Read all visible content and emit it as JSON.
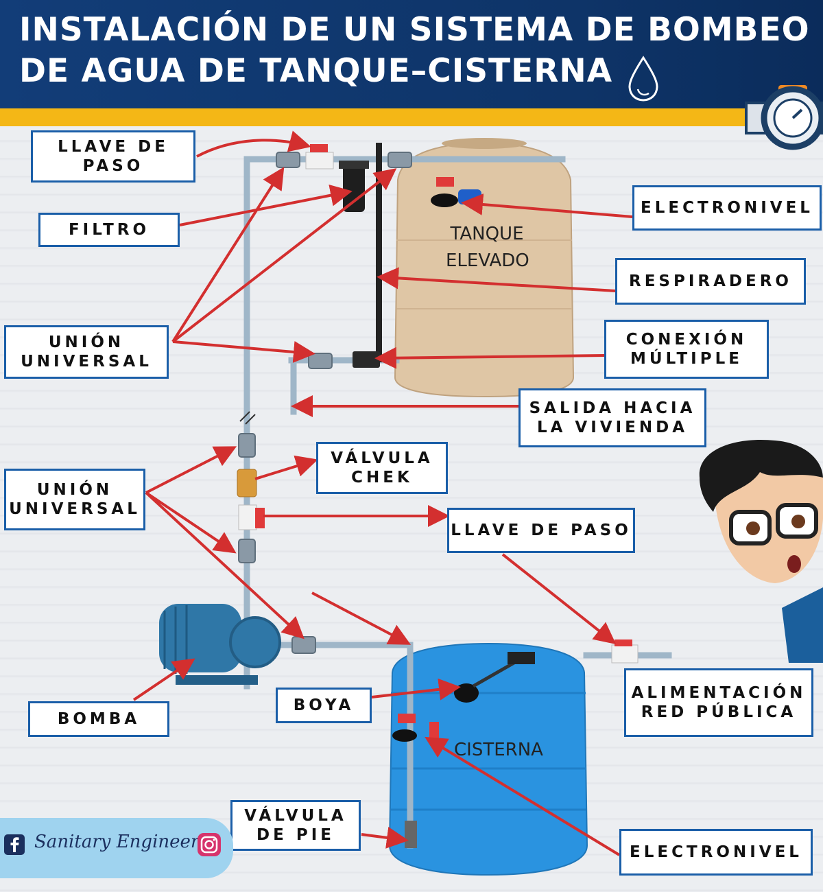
{
  "header": {
    "title_line1": "INSTALACIÓN DE UN SISTEMA DE BOMBEO",
    "title_line2": "DE AGUA DE TANQUE–CISTERNA"
  },
  "tanks": {
    "elevated": "TANQUE\nELEVADO",
    "cistern": "CISTERNA"
  },
  "labels": {
    "llave_paso_top": "LLAVE DE\nPASO",
    "filtro": "FILTRO",
    "union_universal_top": "UNIÓN\nUNIVERSAL",
    "electronivel_top": "ELECTRONIVEL",
    "respiradero": "RESPIRADERO",
    "conexion_multiple": "CONEXIÓN\nMÚLTIPLE",
    "salida_vivienda": "SALIDA HACIA\nLA VIVIENDA",
    "union_universal_bottom": "UNIÓN\nUNIVERSAL",
    "valvula_chek": "VÁLVULA\nCHEK",
    "llave_paso_mid": "LLAVE DE PASO",
    "bomba": "BOMBA",
    "boya": "BOYA",
    "alimentacion": "ALIMENTACIÓN\nRED PÚBLICA",
    "valvula_pie": "VÁLVULA\nDE PIE",
    "electronivel_bottom": "ELECTRONIVEL"
  },
  "brand": {
    "name": "Sanitary Engineer",
    "social_icons": [
      "facebook-icon",
      "instagram-icon"
    ]
  },
  "colors": {
    "header_blue": "#123d78",
    "accent_gold": "#f4b716",
    "label_border": "#1a5ea8",
    "arrow_red": "#d32f2f",
    "elevated_tank": "#dfc6a5",
    "cistern_tank": "#2a93e0"
  }
}
